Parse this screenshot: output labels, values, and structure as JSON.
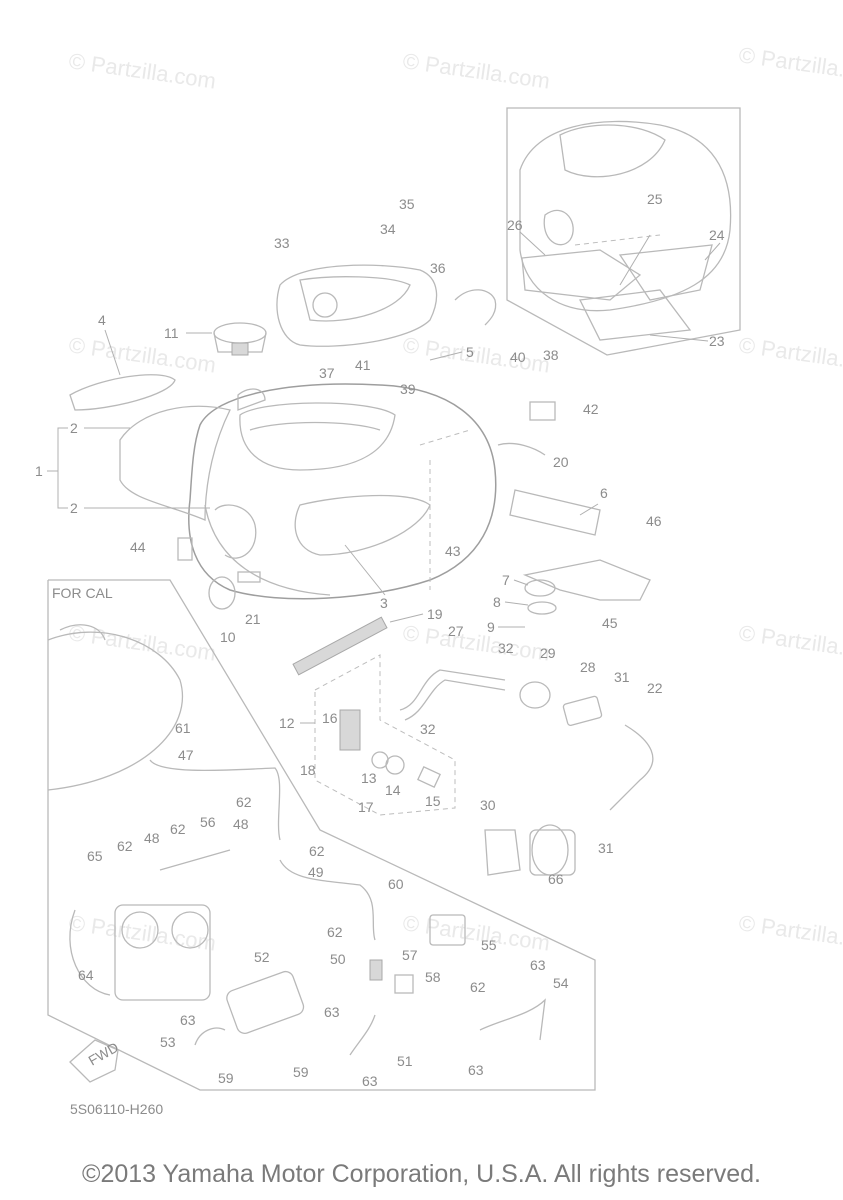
{
  "watermark_text": "© Partzilla.com",
  "inset_label": "FOR CAL",
  "fwd_label": "FWD",
  "diagram_code": "5S06110-H260",
  "copyright": "©2013 Yamaha Motor Corporation, U.S.A. All rights reserved.",
  "callouts": {
    "c1": "1",
    "c2a": "2",
    "c2b": "2",
    "c3": "3",
    "c4": "4",
    "c5": "5",
    "c6": "6",
    "c7": "7",
    "c8": "8",
    "c9": "9",
    "c10": "10",
    "c11": "11",
    "c12": "12",
    "c13": "13",
    "c14": "14",
    "c15": "15",
    "c16": "16",
    "c17": "17",
    "c18": "18",
    "c19": "19",
    "c20": "20",
    "c21": "21",
    "c22": "22",
    "c23": "23",
    "c24": "24",
    "c25": "25",
    "c26": "26",
    "c27": "27",
    "c28": "28",
    "c29": "29",
    "c30": "30",
    "c31a": "31",
    "c31b": "31",
    "c32a": "32",
    "c32b": "32",
    "c33": "33",
    "c34": "34",
    "c35": "35",
    "c36": "36",
    "c37": "37",
    "c38": "38",
    "c39": "39",
    "c40": "40",
    "c41": "41",
    "c42": "42",
    "c43": "43",
    "c44": "44",
    "c45": "45",
    "c46": "46",
    "c47": "47",
    "c48a": "48",
    "c48b": "48",
    "c49": "49",
    "c50": "50",
    "c51": "51",
    "c52": "52",
    "c53": "53",
    "c54": "54",
    "c55": "55",
    "c56": "56",
    "c57": "57",
    "c58": "58",
    "c59a": "59",
    "c59b": "59",
    "c60": "60",
    "c61": "61",
    "c62a": "62",
    "c62b": "62",
    "c62c": "62",
    "c62d": "62",
    "c62e": "62",
    "c62f": "62",
    "c63a": "63",
    "c63b": "63",
    "c63c": "63",
    "c63d": "63",
    "c63e": "63",
    "c64": "64",
    "c65": "65",
    "c66": "66"
  }
}
